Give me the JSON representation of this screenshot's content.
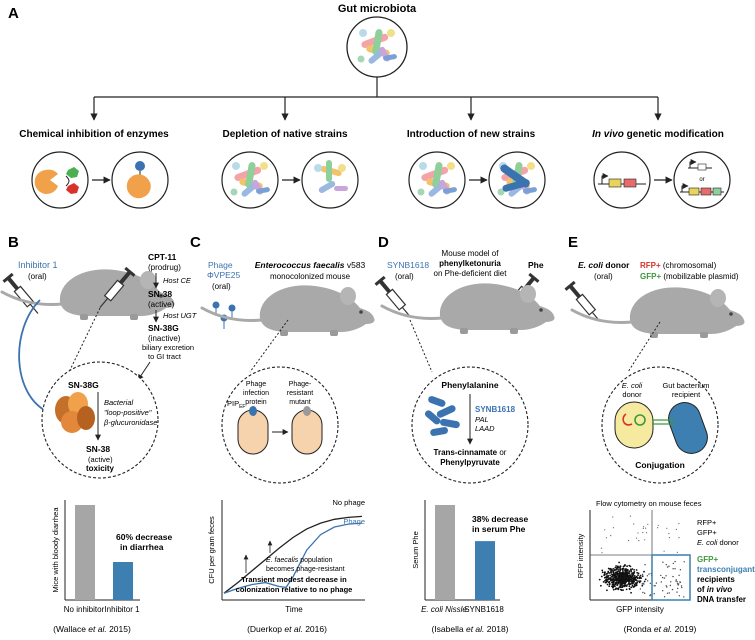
{
  "colors": {
    "blue": "#3b73b0",
    "gray_mouse": "#a9a9a9",
    "bar_gray": "#a6a6a6",
    "bar_blue": "#3c7fb0",
    "red": "#d8322a",
    "green": "#3c9a3c",
    "orange": "#f0a14a",
    "pink": "#e8898f"
  },
  "panel_letters": [
    "A",
    "B",
    "C",
    "D",
    "E"
  ],
  "top": {
    "title": "Gut microbiota"
  },
  "strategies": [
    {
      "label": "Chemical inhibition of enzymes",
      "icon": "enzyme-inhibition-icon"
    },
    {
      "label": "Depletion of native strains",
      "icon": "strain-depletion-icon"
    },
    {
      "label": "Introduction of new strains",
      "icon": "strain-introduction-icon"
    },
    {
      "label_italic": "In vivo",
      "label_rest": " genetic modification",
      "icon": "genetic-modification-icon"
    }
  ],
  "panel_b": {
    "inhibitor": "Inhibitor 1",
    "oral": "(oral)",
    "cpt": "CPT-11",
    "prodrug": "(prodrug)",
    "host_ce": "Host CE",
    "sn38": "SN-38",
    "active": "(active)",
    "host_ugt": "Host UGT",
    "sn38g": "SN-38G",
    "inactive": "(inactive)",
    "biliary1": "biliary excretion",
    "biliary2": "to GI tract",
    "circle_sn38g": "SN-38G",
    "bacterial": "Bacterial",
    "loop": "\"loop-positive\"",
    "gluc": "β-glucuronidase",
    "circle_sn38": "SN-38",
    "circle_active": "(active)",
    "toxicity": "toxicity",
    "chart_note1": "60% decrease",
    "chart_note2": "in diarrhea",
    "citation_pre": "(Wallace ",
    "citation_it": "et al.",
    "citation_post": " 2015)"
  },
  "panel_c": {
    "phage": "Phage",
    "phage_name": "ΦVPE25",
    "oral": "(oral)",
    "species": "Enterococcus faecalis",
    "strain": " v583",
    "mono": "monocolonized mouse",
    "pip": "PIP",
    "pip_sub": "EF",
    "phage_inf1": "Phage",
    "phage_inf2": "infection",
    "phage_inf3": "protein",
    "resist1": "Phage-",
    "resist2": "resistant",
    "resist3": "mutant",
    "ann1_it": "E. faecalis",
    "ann1_rest": " population",
    "ann2": "becomes phage-resistant",
    "ann3": "Transient modest decrease in",
    "ann4": "colonization relative to no phage",
    "citation_pre": "(Duerkop ",
    "citation_it": "et al.",
    "citation_post": " 2016)"
  },
  "panel_d": {
    "synb": "SYNB1618",
    "oral": "(oral)",
    "model1": "Mouse model of",
    "model2": "phenylketonuria",
    "model3": "on Phe-deficient diet",
    "phe": "Phe",
    "phenylalanine": "Phenylalanine",
    "synb_circle": "SYNB1618",
    "pal": "PAL",
    "laad": "LAAD",
    "product1": "Trans-cinnamate",
    "product_or": " or",
    "product2": "Phenylpyruvate",
    "chart_note1": "38% decrease",
    "chart_note2": "in serum Phe",
    "citation_pre": "(Isabella ",
    "citation_it": "et al.",
    "citation_post": " 2018)"
  },
  "panel_e": {
    "donor_it": "E. coli",
    "donor_rest": " donor",
    "oral": "(oral)",
    "rfp": "RFP+",
    "rfp_desc": " (chromosomal)",
    "gfp": "GFP+",
    "gfp_desc": " (mobilizable plasmid)",
    "circle_donor1": "E. coli",
    "circle_donor2": "donor",
    "recipient1": "Gut bacterium",
    "recipient2": "recipient",
    "conjugation": "Conjugation",
    "flow_title": "Flow cytometry on mouse feces",
    "q1": "RFP+",
    "q2": "GFP+",
    "q3_it": "E. coli",
    "q3_rest": " donor",
    "g1": "GFP+",
    "g2": "transconjugants",
    "g3": "recipients",
    "g4_pre": "of ",
    "g4_it": "in vivo",
    "g5": "DNA transfer",
    "citation_pre": "(Ronda ",
    "citation_it": "et al.",
    "citation_post": " 2019)"
  },
  "chart_data": [
    {
      "type": "bar",
      "categories": [
        "No inhibitor",
        "Inhibitor 1"
      ],
      "values": [
        100,
        40
      ],
      "ylabel": "Mice with bloody diarrhea",
      "xlabel": "",
      "ylim": [
        0,
        100
      ]
    },
    {
      "type": "line",
      "xlabel": "Time",
      "ylabel": "CFU per gram feces",
      "series": [
        {
          "name": "No phage",
          "x": [
            0,
            10,
            20,
            30,
            40,
            50,
            60,
            70,
            80,
            90,
            100
          ],
          "y": [
            5,
            16,
            28,
            40,
            52,
            63,
            72,
            78,
            82,
            84,
            85
          ]
        },
        {
          "name": "Phage",
          "x": [
            0,
            10,
            20,
            30,
            40,
            45,
            50,
            60,
            70,
            80,
            90,
            100
          ],
          "y": [
            5,
            10,
            14,
            16,
            12,
            11,
            22,
            50,
            66,
            74,
            77,
            78
          ]
        }
      ],
      "ylim": [
        0,
        100
      ]
    },
    {
      "type": "bar",
      "categories": [
        "E. coli Nissle",
        "SYNB1618"
      ],
      "values": [
        100,
        62
      ],
      "ylabel": "Serum Phe",
      "xlabel": "",
      "ylim": [
        0,
        100
      ]
    },
    {
      "type": "scatter",
      "xlabel": "GFP intensity",
      "ylabel": "RFP intensity",
      "title": "Flow cytometry on mouse feces"
    }
  ]
}
